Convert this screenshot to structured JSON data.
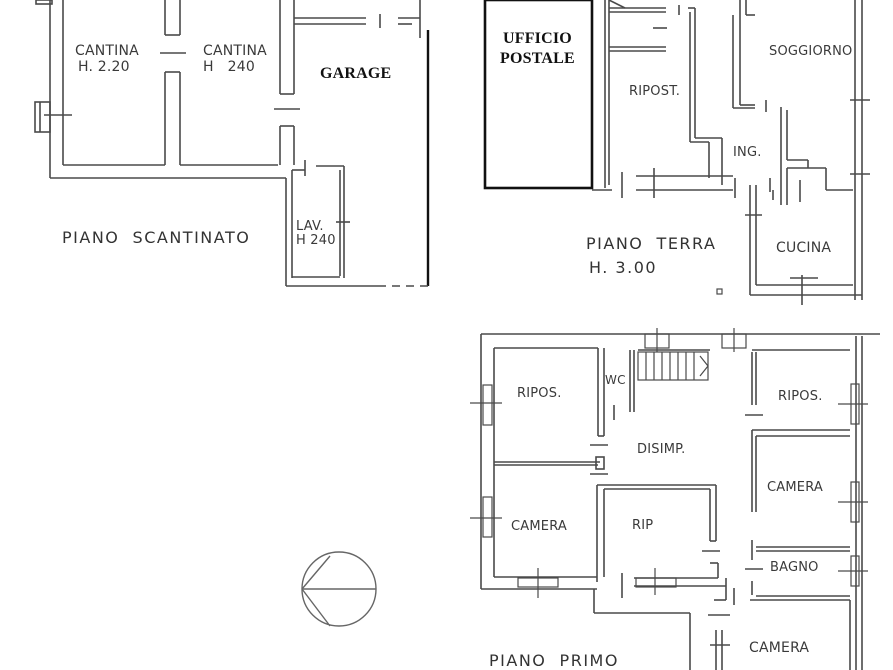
{
  "plan": {
    "floors": {
      "basement": {
        "title": "PIANO  SCANTINATO"
      },
      "ground": {
        "title": "PIANO  TERRA",
        "height": "H. 3.00"
      },
      "first": {
        "title": "PIANO  PRIMO"
      }
    },
    "rooms": {
      "cantina1": {
        "name": "CANTINA",
        "height": "H. 2.20"
      },
      "cantina2": {
        "name": "CANTINA",
        "height": "H   240"
      },
      "garage": {
        "name": "GARAGE"
      },
      "lav": {
        "name": "LAV.",
        "height": "H 240"
      },
      "ufficio": {
        "line1": "UFFICIO",
        "line2": "POSTALE"
      },
      "ripost": {
        "name": "RIPOST."
      },
      "soggiorno": {
        "name": "SOGGIORNO"
      },
      "ing": {
        "name": "ING."
      },
      "cucina": {
        "name": "CUCINA"
      },
      "ripos1": {
        "name": "RIPOS."
      },
      "wc": {
        "name": "WC"
      },
      "disimp": {
        "name": "DISIMP."
      },
      "ripos2": {
        "name": "RIPOS."
      },
      "camera1": {
        "name": "CAMERA"
      },
      "rip": {
        "name": "RIP"
      },
      "camera2": {
        "name": "CAMERA"
      },
      "bagno": {
        "name": "BAGNO"
      },
      "camera3": {
        "name": "CAMERA"
      }
    },
    "north_arrow": {
      "icon": "north-arrow-icon"
    },
    "colors": {
      "line": "#4a4a4a",
      "dark": "#111111",
      "background": "#ffffff"
    }
  }
}
